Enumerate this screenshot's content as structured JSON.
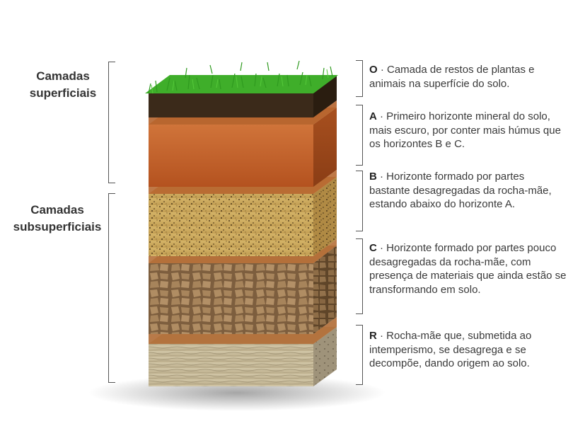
{
  "groups": {
    "superficial": {
      "line1": "Camadas",
      "line2": "superficiais"
    },
    "subsuperficial": {
      "line1": "Camadas",
      "line2": "subsuperficiais"
    }
  },
  "horizons": [
    {
      "letter": "O",
      "text": " · Camada de restos de plantas e animais na superfície do solo."
    },
    {
      "letter": "A",
      "text": " · Primeiro horizonte mineral do solo, mais escuro, por conter mais húmus que os horizontes B e C."
    },
    {
      "letter": "B",
      "text": " · Horizonte formado por partes bastante desagregadas da rocha-mãe, estando abaixo do horizonte A."
    },
    {
      "letter": "C",
      "text": " · Horizonte formado por partes pouco desagregadas da rocha-mãe, com presença de materiais que ainda estão se transformando em solo."
    },
    {
      "letter": "R",
      "text": " · Rocha-mãe que, submetida ao intemperismo, se desagrega e se decompõe, dando origem ao solo."
    }
  ],
  "colors": {
    "grass": "#3fae2a",
    "organic": "#3b2a1a",
    "horizon_a": "#c0602a",
    "horizon_b": "#c9a75a",
    "horizon_c": "#9e7c55",
    "bedrock": "#c8bc9c"
  }
}
